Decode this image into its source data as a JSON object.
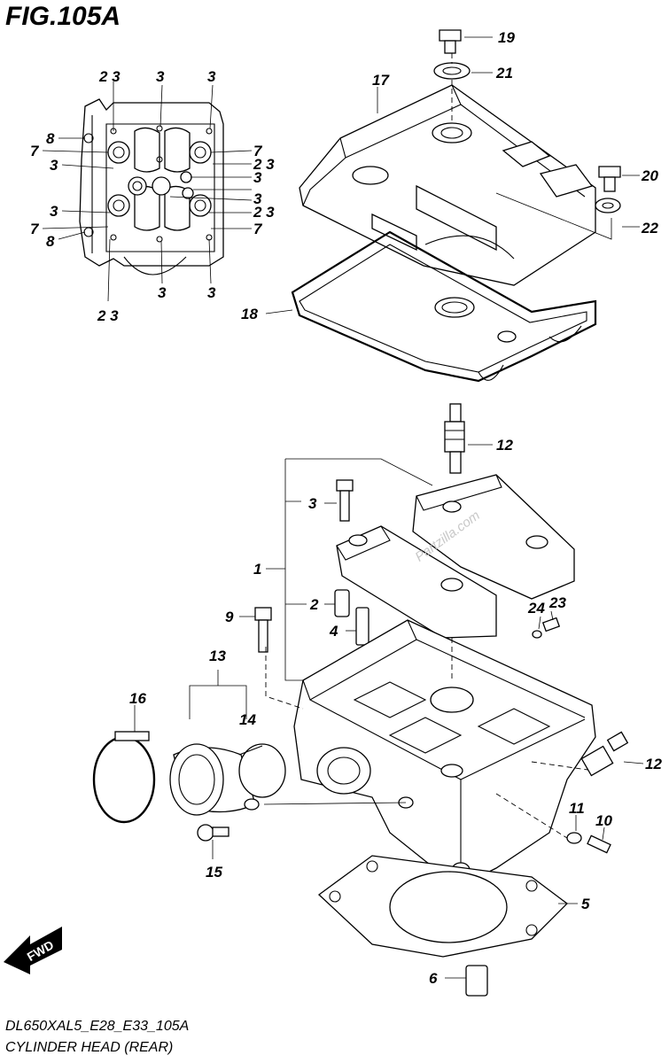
{
  "figure": {
    "title": "FIG.105A",
    "model_code": "DL650XAL5_E28_E33_105A",
    "name": "CYLINDER HEAD (REAR)",
    "watermark": "Partzilla.com",
    "fwd_label": "FWD"
  },
  "callouts": {
    "c1": "1",
    "c2": "2",
    "c3": "3",
    "c4": "4",
    "c5": "5",
    "c6": "6",
    "c9": "9",
    "c10": "10",
    "c11": "11",
    "c12a": "12",
    "c12b": "12",
    "c13": "13",
    "c14": "14",
    "c15": "15",
    "c16": "16",
    "c17": "17",
    "c18": "18",
    "c19": "19",
    "c20": "20",
    "c21": "21",
    "c22": "22",
    "c23": "23",
    "c24": "24"
  },
  "inset_callouts": {
    "t23a": "2 3",
    "t3a": "3",
    "t3b": "3",
    "t8a": "8",
    "t7a": "7",
    "t7b": "7",
    "t23b": "2 3",
    "t3c": "3",
    "t3d": "3",
    "t3e": "3",
    "t3f": "3",
    "t23c": "2 3",
    "t7c": "7",
    "t7d": "7",
    "t8b": "8",
    "t23d": "2 3",
    "t3g": "3",
    "t3h": "3"
  }
}
